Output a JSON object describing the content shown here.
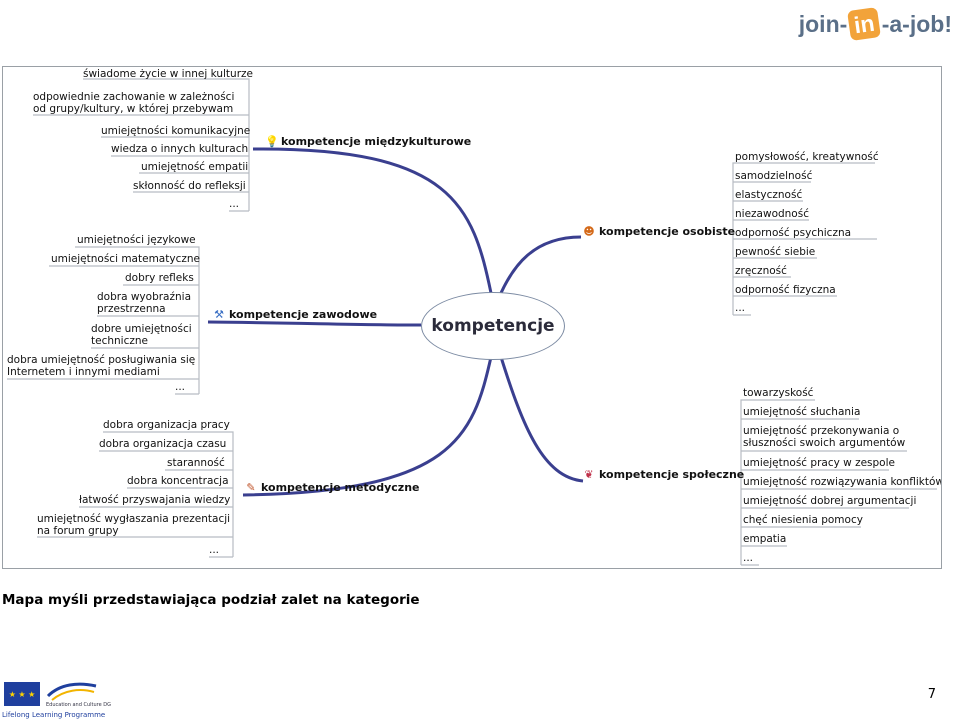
{
  "logo": {
    "part1": "join-",
    "part2": "in",
    "part3": "-a-job!"
  },
  "mindmap": {
    "center": "kompetencje",
    "branches": {
      "intercultural": {
        "label": "kompetencje międzykulturowe",
        "icon": "lightbulb-icon",
        "items": [
          "świadome życie w innej kulturze",
          "odpowiednie zachowanie w zależności od grupy/kultury, w której przebywam",
          "umiejętności komunikacyjne",
          "wiedza o innych kulturach",
          "umiejętność empatii",
          "skłonność do refleksji",
          "..."
        ]
      },
      "professional": {
        "label": "kompetencje zawodowe",
        "icon": "tools-icon",
        "items": [
          "umiejętności językowe",
          "umiejętności matematyczne",
          "dobry refleks",
          "dobra wyobraźnia przestrzenna",
          "dobre umiejętności techniczne",
          "dobra umiejętność posługiwania się Internetem i innymi mediami",
          "..."
        ]
      },
      "methodical": {
        "label": "kompetencje metodyczne",
        "icon": "pencil-icon",
        "items": [
          "dobra organizacja pracy",
          "dobra organizacja czasu",
          "staranność",
          "dobra koncentracja",
          "łatwość przyswajania wiedzy",
          "umiejętność wygłaszania prezentacji na forum grupy",
          "..."
        ]
      },
      "personal": {
        "label": "kompetencje osobiste",
        "icon": "person-icon",
        "items": [
          "pomysłowość, kreatywność",
          "samodzielność",
          "elastyczność",
          "niezawodność",
          "odporność psychiczna",
          "pewność siebie",
          "zręczność",
          "odporność fizyczna",
          "..."
        ]
      },
      "social": {
        "label": "kompetencje społeczne",
        "icon": "people-icon",
        "items": [
          "towarzyskość",
          "umiejętność słuchania",
          "umiejętność przekonywania o słuszności swoich argumentów",
          "umiejętność pracy w zespole",
          "umiejętność rozwiązywania konfliktów",
          "umiejętność dobrej argumentacji",
          "chęć niesienia pomocy",
          "empatia",
          "..."
        ]
      }
    }
  },
  "caption": "Mapa myśli przedstawiająca podział zalet na kategorie",
  "footer": {
    "eu_label": "Education and Culture DG",
    "programme": "Lifelong Learning Programme",
    "page_number": "7"
  },
  "colors": {
    "branch_line": "#3a3f8f",
    "leaf_line": "#b7bcc3",
    "logo_text": "#5a6f88",
    "logo_accent": "#f2a33a"
  }
}
